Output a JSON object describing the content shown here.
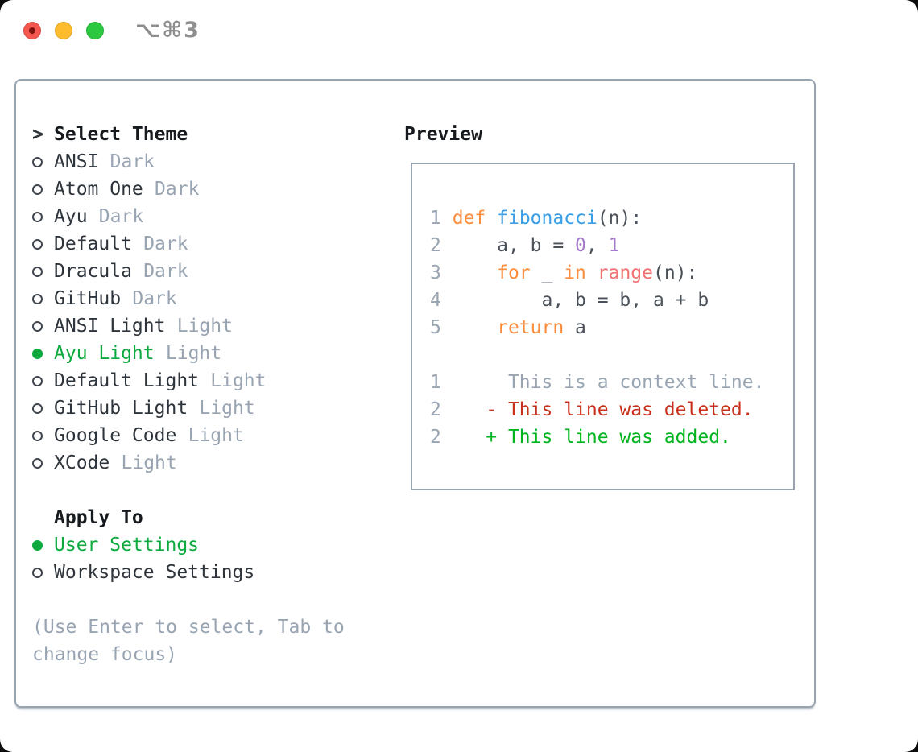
{
  "window": {
    "shortcut_label": "⌥⌘3",
    "traffic_lights": [
      "close",
      "minimize",
      "zoom"
    ]
  },
  "theme_list": {
    "prompt": ">",
    "header": "Select Theme",
    "items": [
      {
        "name": "ANSI",
        "variant": "Dark",
        "selected": false
      },
      {
        "name": "Atom One",
        "variant": "Dark",
        "selected": false
      },
      {
        "name": "Ayu",
        "variant": "Dark",
        "selected": false
      },
      {
        "name": "Default",
        "variant": "Dark",
        "selected": false
      },
      {
        "name": "Dracula",
        "variant": "Dark",
        "selected": false
      },
      {
        "name": "GitHub",
        "variant": "Dark",
        "selected": false
      },
      {
        "name": "ANSI Light",
        "variant": "Light",
        "selected": false
      },
      {
        "name": "Ayu Light",
        "variant": "Light",
        "selected": true
      },
      {
        "name": "Default Light",
        "variant": "Light",
        "selected": false
      },
      {
        "name": "GitHub Light",
        "variant": "Light",
        "selected": false
      },
      {
        "name": "Google Code",
        "variant": "Light",
        "selected": false
      },
      {
        "name": "XCode",
        "variant": "Light",
        "selected": false
      }
    ]
  },
  "apply_to": {
    "header": "Apply To",
    "options": [
      {
        "label": "User Settings",
        "selected": true
      },
      {
        "label": "Workspace Settings",
        "selected": false
      }
    ]
  },
  "hint": {
    "line1": "(Use Enter to select, Tab to",
    "line2": "change focus)"
  },
  "preview": {
    "header": "Preview",
    "code_lines": [
      {
        "tokens": [
          {
            "text": "1",
            "type": "gutter"
          },
          {
            "text": " ",
            "type": "plain"
          },
          {
            "text": "def",
            "type": "keyword"
          },
          {
            "text": " ",
            "type": "plain"
          },
          {
            "text": "fibonacci",
            "type": "func"
          },
          {
            "text": "(n):",
            "type": "plain"
          }
        ]
      },
      {
        "tokens": [
          {
            "text": "2",
            "type": "gutter"
          },
          {
            "text": "     a, b = ",
            "type": "plain"
          },
          {
            "text": "0",
            "type": "number"
          },
          {
            "text": ", ",
            "type": "plain"
          },
          {
            "text": "1",
            "type": "number"
          }
        ]
      },
      {
        "tokens": [
          {
            "text": "3",
            "type": "gutter"
          },
          {
            "text": "     ",
            "type": "plain"
          },
          {
            "text": "for",
            "type": "keyword"
          },
          {
            "text": " _ ",
            "type": "plain"
          },
          {
            "text": "in",
            "type": "keyword"
          },
          {
            "text": " ",
            "type": "plain"
          },
          {
            "text": "range",
            "type": "builtin"
          },
          {
            "text": "(n):",
            "type": "plain"
          }
        ]
      },
      {
        "tokens": [
          {
            "text": "4",
            "type": "gutter"
          },
          {
            "text": "         a, b = b, a + b",
            "type": "plain"
          }
        ]
      },
      {
        "tokens": [
          {
            "text": "5",
            "type": "gutter"
          },
          {
            "text": "     ",
            "type": "plain"
          },
          {
            "text": "return",
            "type": "keyword"
          },
          {
            "text": " a",
            "type": "plain"
          }
        ]
      }
    ],
    "diff_lines": [
      {
        "num": "1",
        "body": "      This is a context line.",
        "type": "context"
      },
      {
        "num": "2",
        "body": "    - This line was deleted.",
        "type": "deleted"
      },
      {
        "num": "2",
        "body": "    + This line was added.",
        "type": "added"
      }
    ]
  },
  "colors": {
    "panel_border": "#9aa4b1",
    "text_dark": "#2e343b",
    "text_gray": "#99a4b2",
    "ui_green": "#0caa3e",
    "syntax_keyword_orange": "#fa8d3e",
    "syntax_function_blue": "#399ee6",
    "syntax_number_purple": "#a37acc",
    "syntax_builtin_coral": "#f07171",
    "syntax_plain": "#4b5159",
    "diff_deleted_red": "#c9301c",
    "diff_added_green": "#00b41e",
    "traffic_red": "#f4574e",
    "traffic_yellow": "#fcbc2d",
    "traffic_green": "#2bc840",
    "shortcut_gray": "#8d8d8d"
  }
}
